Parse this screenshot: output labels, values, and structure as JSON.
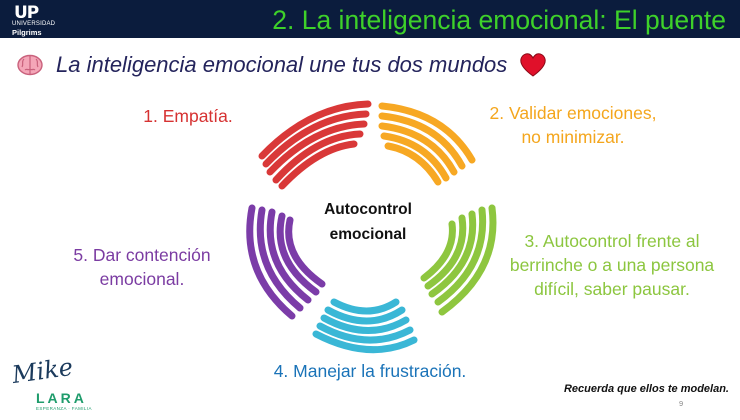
{
  "header": {
    "logo": {
      "mark": "UP",
      "line1": "UNIVERSIDAD",
      "line2": "Pilgrims"
    },
    "title": "2. La inteligencia emocional: El puente"
  },
  "subtitle": {
    "text": "La inteligencia emocional une tus dos mundos",
    "left_icon": "brain-icon",
    "right_icon": "heart-icon"
  },
  "cycle": {
    "center": [
      "Autocontrol",
      "emocional"
    ],
    "items": [
      {
        "lines": [
          "1. Empatía."
        ],
        "color": "#d63232"
      },
      {
        "lines": [
          "2. Validar emociones,",
          "no minimizar."
        ],
        "color": "#f4a61d"
      },
      {
        "lines": [
          "3. Autocontrol frente al",
          "berrinche o a una persona",
          "difícil, saber pausar."
        ],
        "color": "#8cc63f"
      },
      {
        "lines": [
          "4. Manejar la frustración."
        ],
        "color": "#1a73b8"
      },
      {
        "lines": [
          "5. Dar contención",
          "emocional."
        ],
        "color": "#7b3ca2"
      }
    ]
  },
  "footer": {
    "note": "Recuerda que ellos te modelan.",
    "page": "9",
    "brand": {
      "name1": "Mike",
      "name2": "LARA",
      "tagline": "ESPERANZA · FAMILIA"
    }
  }
}
